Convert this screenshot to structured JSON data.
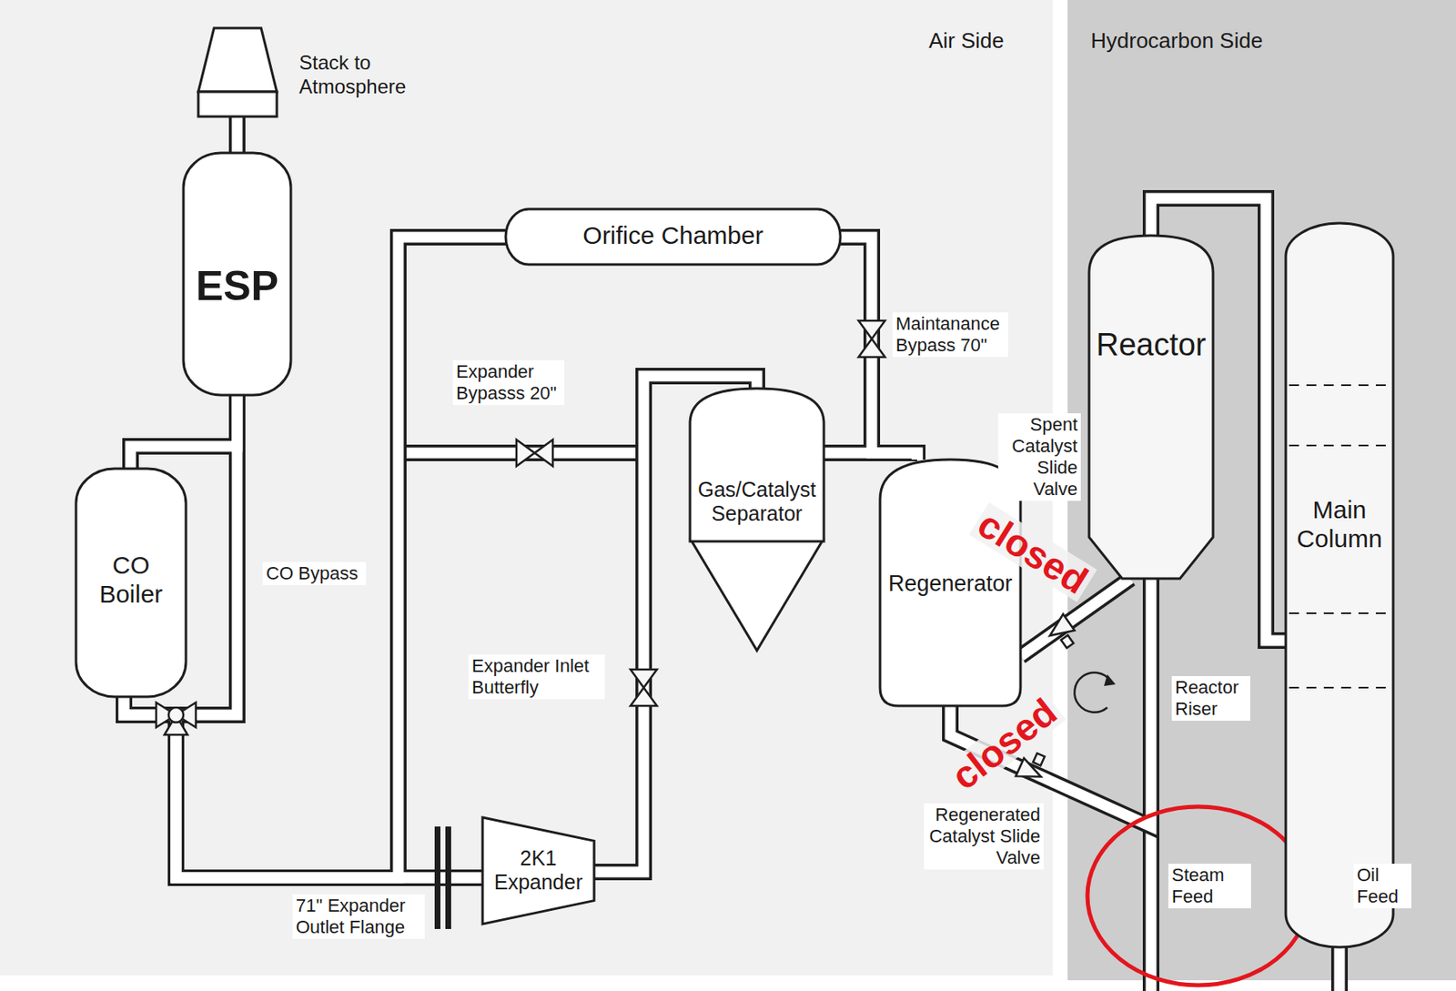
{
  "diagram": {
    "nodes": [
      {
        "text": [
          "Stack to Atmosphere"
        ]
      },
      {
        "text": [
          "ESP"
        ]
      },
      {
        "text": [
          "CO Boiler"
        ]
      },
      {
        "text": [
          "Orifice Chamber"
        ]
      },
      {
        "text": [
          "Gas/Catalyst Separator"
        ]
      },
      {
        "text": [
          "Regenerator"
        ]
      },
      {
        "text": [
          "2K1 Expander"
        ]
      },
      {
        "text": [
          "Reactor"
        ]
      },
      {
        "text": [
          "Main Column"
        ]
      }
    ],
    "edges": [
      {
        "from": 1,
        "to": 0,
        "arrow": "none"
      },
      {
        "from": 2,
        "to": 1,
        "arrow": "none"
      },
      {
        "from": 6,
        "to": 2,
        "arrow": "none"
      },
      {
        "from": 6,
        "to": 1,
        "arrow": "none"
      },
      {
        "from": 5,
        "to": 3,
        "arrow": "none"
      },
      {
        "from": 3,
        "to": 2,
        "arrow": "none"
      },
      {
        "from": 5,
        "to": 4,
        "arrow": "none"
      },
      {
        "from": 4,
        "to": 6,
        "arrow": "none"
      },
      {
        "from": 5,
        "to": 7,
        "arrow": "none"
      },
      {
        "from": 7,
        "to": 5,
        "arrow": "none"
      },
      {
        "from": 7,
        "to": 8,
        "arrow": "none"
      }
    ],
    "labels": [
      "Air Side",
      "Hydrocarbon Side",
      "CO Bypass",
      "Expander Bypasss 20\"",
      "Maintanance Bypass 70\"",
      "Spent Catalyst Slide Valve",
      "closed",
      "Expander Inlet Butterfly",
      "Reactor Riser",
      "closed",
      "Regenerated Catalyst Slide Valve",
      "Steam Feed",
      "Oil Feed",
      "71\" Expander Outlet Flange"
    ]
  }
}
